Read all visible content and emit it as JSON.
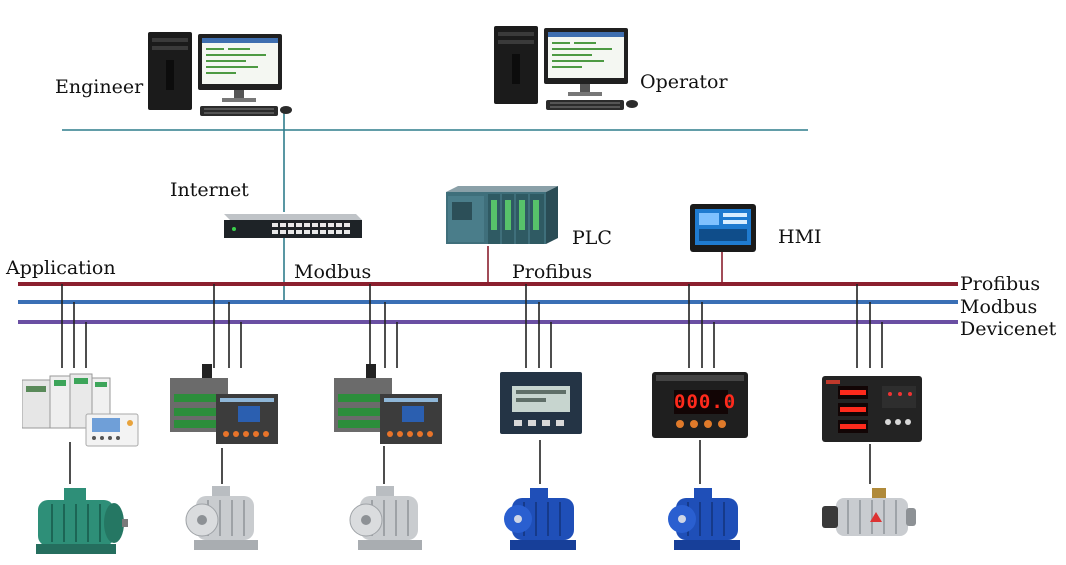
{
  "labels": {
    "engineer": "Engineer",
    "operator": "Operator",
    "internet": "Internet",
    "plc": "PLC",
    "hmi": "HMI",
    "application": "Application",
    "modbus_mid": "Modbus",
    "profibus_mid": "Profibus",
    "bus_profibus": "Profibus",
    "bus_modbus": "Modbus",
    "bus_devicenet": "Devicenet"
  },
  "meter_display": {
    "digits": "000.0"
  },
  "colors": {
    "profibus_line": "#8b1f2e",
    "modbus_line": "#3a6fb5",
    "devicenet_line": "#6a4fa3",
    "ethernet_line": "#2f7d8c",
    "drop_line": "#222222",
    "motor_green": "#2e8f78",
    "motor_blue": "#1f4fb8",
    "motor_silver": "#c9cccf",
    "led_red": "#e0201c"
  },
  "icons": [
    "computer-workstation-icon",
    "network-switch-icon",
    "plc-rack-icon",
    "hmi-panel-icon",
    "motor-protection-relay-icon",
    "digital-meter-icon",
    "electric-motor-icon"
  ]
}
